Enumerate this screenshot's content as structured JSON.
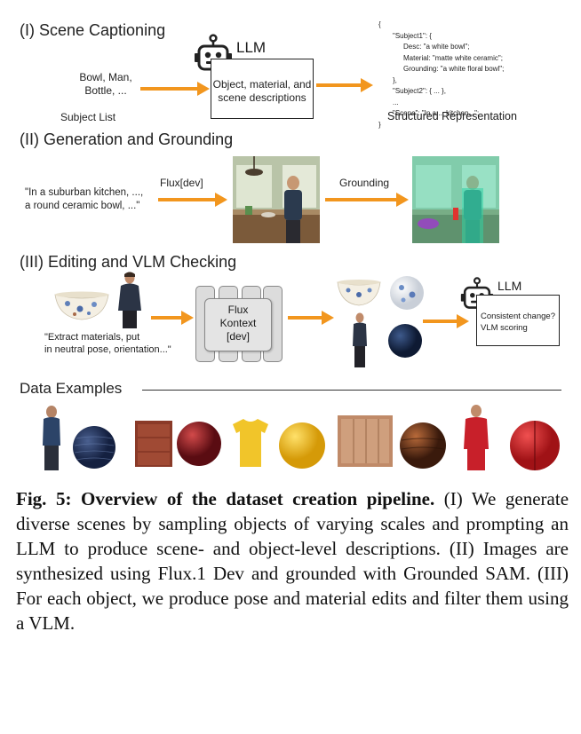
{
  "section1": {
    "title": "(I) Scene Captioning",
    "subjects_text": "Bowl, Man,\nBottle, ...",
    "subject_list_label": "Subject List",
    "llm_label": "LLM",
    "llm_box_text": "Object, material, and\nscene descriptions",
    "structured": {
      "lines": [
        "{",
        "\"Subject1\": {",
        "Desc: \"a white bowl\";",
        "Material: \"matte white ceramic\";",
        "Grounding: \"a white floral bowl\";",
        "},",
        "\"Subject2\": { ... },",
        "...",
        "\"Scene\": \"In a ... kitchen...\";",
        "}"
      ],
      "label": "Structured Representation"
    }
  },
  "section2": {
    "title": "(II) Generation and Grounding",
    "prompt": "\"In a suburban kitchen, ...,\na round ceramic bowl, ...\"",
    "arrow1_label": "Flux[dev]",
    "arrow2_label": "Grounding"
  },
  "section3": {
    "title": "(III) Editing and VLM Checking",
    "prompt": "\"Extract materials, put\nin neutral pose, orientation...\"",
    "flux_box": "Flux\nKontext\n[dev]",
    "llm_label": "LLM",
    "vlm_box": "Consistent change?\nVLM scoring"
  },
  "examples": {
    "title": "Data Examples"
  },
  "caption": {
    "label": "Fig. 5:",
    "bold": "Overview of the dataset creation pipeline.",
    "text": "(I) We generate diverse scenes by sampling objects of varying scales and prompting an LLM to produce scene- and object-level descriptions. (II) Images are synthesized using Flux.1 Dev and grounded with Grounded SAM. (III) For each object, we produce pose and material edits and filter them using a VLM."
  },
  "colors": {
    "arrow": "#f2961e",
    "text": "#222222"
  }
}
